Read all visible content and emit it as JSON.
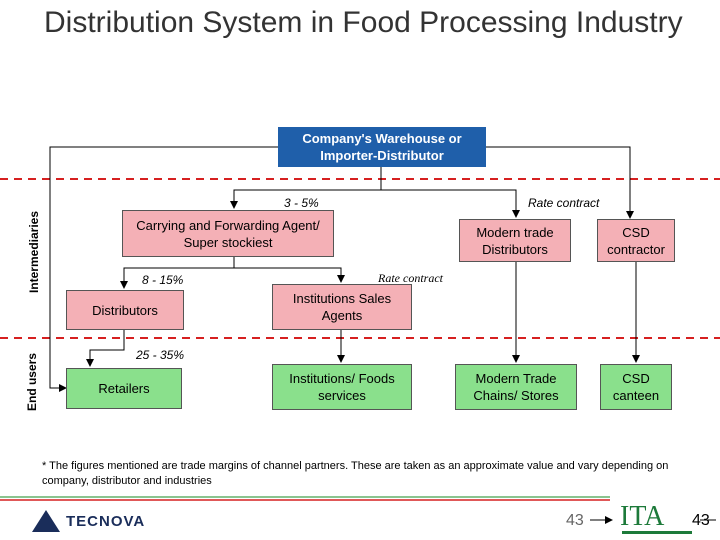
{
  "title": "Distribution System in Food Processing Industry",
  "labels": {
    "intermediaries": "Intermediaries",
    "end_users": "End users"
  },
  "nodes": {
    "warehouse": "Company's Warehouse or Importer-Distributor",
    "cf_agent": "Carrying and Forwarding Agent/ Super stockiest",
    "modern_trade_distributors": "Modern trade Distributors",
    "csd_contractor": "CSD contractor",
    "distributors": "Distributors",
    "institutions_sales_agents": "Institutions Sales Agents",
    "retailers": "Retailers",
    "institutions_foods": "Institutions/ Foods services",
    "modern_trade_chains": "Modern Trade Chains/ Stores",
    "csd_canteen": "CSD canteen"
  },
  "margins": {
    "m1": "3 - 5%",
    "m2": "8 - 15%",
    "m3": "25 - 35%",
    "rate1": "Rate contract",
    "rate2": "Rate contract"
  },
  "footnote": "* The figures mentioned are trade margins of channel partners. These are taken as an approximate value and vary depending on company, distributor and industries",
  "footer": {
    "brand": "TECNOVA",
    "partner": "ITA",
    "page_center": "43",
    "page_right": "43"
  },
  "colors": {
    "warehouse_fill": "#1f5faa",
    "intermediary_fill": "#f4b0b6",
    "end_user_fill": "#8ae08c",
    "divider": "#d62020"
  }
}
